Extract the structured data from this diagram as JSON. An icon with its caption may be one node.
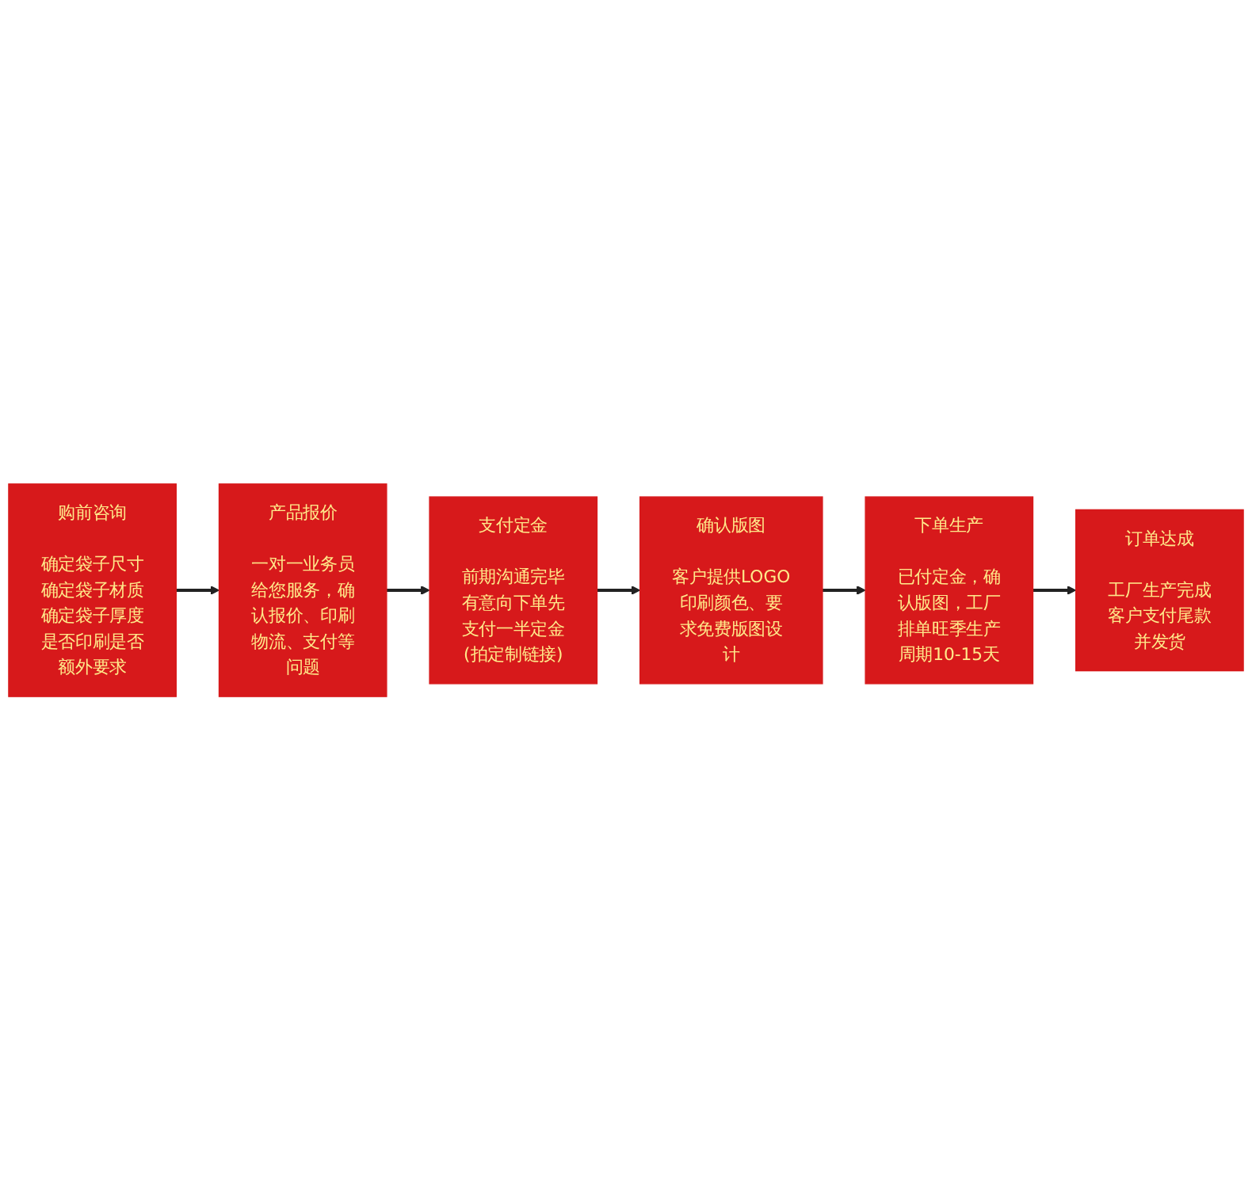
{
  "diagram": {
    "nodes": [
      {
        "text": [
          "购前咨询",
          "确定袋子尺寸确定袋子材质确定袋子厚度是否印刷是否额外要求"
        ]
      },
      {
        "text": [
          "产品报价",
          "一对一业务员给您服务，确认报价、印刷物流、支付等问题"
        ]
      },
      {
        "text": [
          "支付定金",
          "前期沟通完毕有意向下单先支付一半定金(拍定制链接)"
        ]
      },
      {
        "text": [
          "订单达成",
          "工厂生产完成客户支付尾款并发货"
        ]
      },
      {
        "text": [
          "下单生产",
          "已付定金，确认版图，工厂排单旺季生产周期10-15天"
        ]
      },
      {
        "text": [
          "确认版图",
          "客户提供LOGO印刷颜色、要求免费版图设计"
        ]
      }
    ],
    "edges": [
      {
        "from": 0,
        "to": 1,
        "arrow": "to"
      },
      {
        "from": 1,
        "to": 2,
        "arrow": "to"
      },
      {
        "from": 2,
        "to": 5,
        "arrow": "to"
      },
      {
        "from": 5,
        "to": 4,
        "arrow": "to"
      },
      {
        "from": 4,
        "to": 3,
        "arrow": "to"
      }
    ]
  }
}
